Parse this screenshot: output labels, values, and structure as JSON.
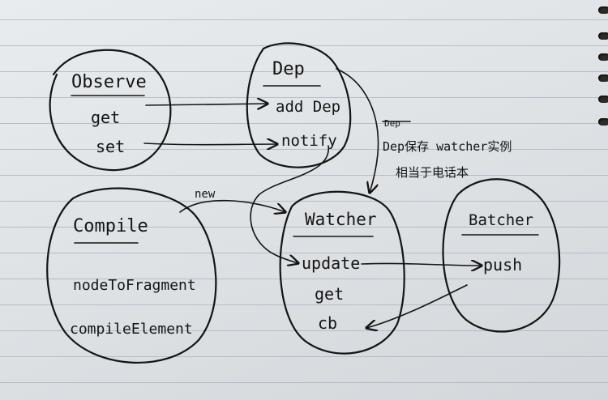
{
  "observe": {
    "title": "Observe",
    "items": [
      "get",
      "set"
    ]
  },
  "dep": {
    "title": "Dep",
    "items": [
      "add Dep",
      "notify"
    ]
  },
  "note": {
    "struck": "Dep",
    "line1": "Dep保存 watcher实例",
    "line2": "相当于电话本"
  },
  "compile": {
    "title": "Compile",
    "items": [
      "nodeToFragment",
      "compileElement"
    ]
  },
  "watcher": {
    "title": "Watcher",
    "items": [
      "update",
      "get",
      "cb"
    ]
  },
  "batcher": {
    "title": "Batcher",
    "items": [
      "push"
    ]
  },
  "edge_labels": {
    "new": "new"
  }
}
